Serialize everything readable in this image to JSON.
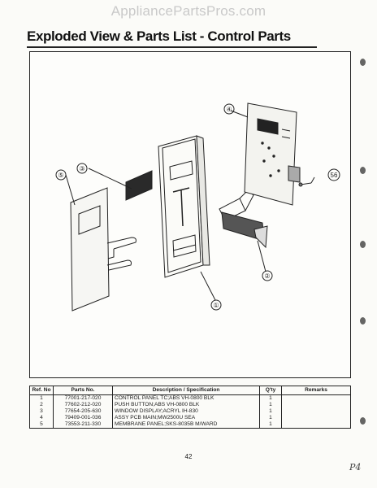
{
  "header": {
    "watermark": "AppliancePartsPros.com",
    "title": "Exploded View & Parts List - Control Parts"
  },
  "diagram": {
    "callouts": [
      "①",
      "②",
      "③",
      "④",
      "⑤",
      "56"
    ]
  },
  "parts_table": {
    "columns": [
      "Ref. No",
      "Parts No.",
      "Description / Specification",
      "Q'ty",
      "Remarks"
    ],
    "rows": [
      {
        "ref": "1",
        "part_no": "77001-217-020",
        "description": "CONTROL PANEL TC;ABS VH-0800 BLK",
        "qty": "1",
        "remarks": ""
      },
      {
        "ref": "2",
        "part_no": "77602-212-020",
        "description": "PUSH BUTTON;ABS VH-0800 BLK",
        "qty": "1",
        "remarks": ""
      },
      {
        "ref": "3",
        "part_no": "77654-205-630",
        "description": "WINDOW DISPLAY;ACRYL IH-830",
        "qty": "1",
        "remarks": ""
      },
      {
        "ref": "4",
        "part_no": "79409-001-036",
        "description": "ASSY PCB MAIN;MW2500U SEA",
        "qty": "1",
        "remarks": ""
      },
      {
        "ref": "5",
        "part_no": "73553-211-330",
        "description": "MEMBRANE PANEL;SKS-8035B M/WARD",
        "qty": "1",
        "remarks": ""
      }
    ]
  },
  "footer": {
    "page_number": "42",
    "corner_mark": "P4"
  }
}
